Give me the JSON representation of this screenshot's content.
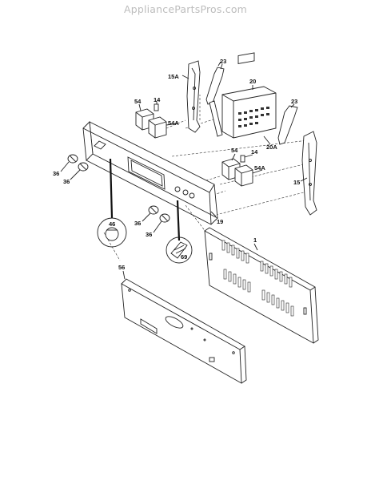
{
  "site_title": "AppliancePartsPros.com",
  "part_labels": {
    "p23a": "23",
    "p15a": "15A",
    "p20": "20",
    "p54a": "54",
    "p14a": "14",
    "p54Aa": "54A",
    "p23b": "23",
    "p20A": "20A",
    "p54b": "54",
    "p14b": "14",
    "p54Ab": "54A",
    "p15": "15",
    "p36a": "36",
    "p36b": "36",
    "p46": "46",
    "p36c": "36",
    "p36d": "36",
    "p19": "19",
    "p69": "69",
    "p1": "1",
    "p56": "56"
  },
  "colors": {
    "line": "#222222",
    "watermark": "#bdbdbd",
    "background": "#ffffff"
  }
}
